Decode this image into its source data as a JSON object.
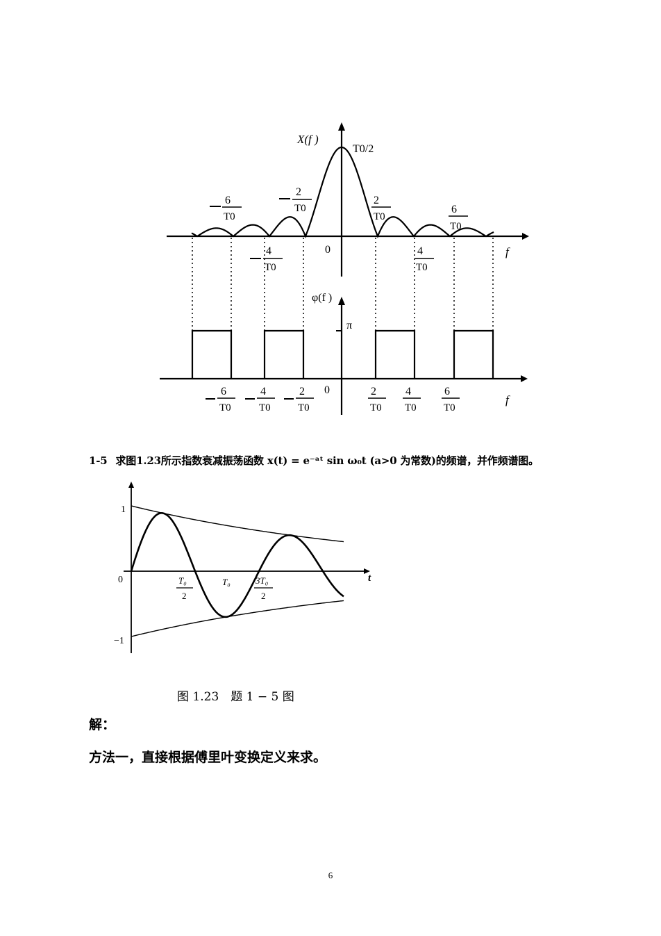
{
  "spectrum_figure": {
    "amp_axis_label": "X(f )",
    "peak_label": "T0/2",
    "phase_axis_label": "φ(f )",
    "pi_label": "π",
    "freq_label": "f",
    "origin_label": "0",
    "numerators": {
      "two": "2",
      "four": "4",
      "six": "6"
    },
    "denominator": "T0",
    "minus": "−"
  },
  "problem": {
    "number": "1-5",
    "text": "求图1.23所示指数衰减振荡函数 x(t) = e⁻ᵃᵗ sin ω₀t (a>0 为常数)的频谱，并作频谱图。"
  },
  "decay_figure": {
    "y_pos_label": "1",
    "y_neg_label": "−1",
    "origin_label": "0",
    "t_label": "t",
    "half_period_num": "T₀",
    "half_period_den": "2",
    "period_label": "T₀",
    "three_half_num": "3T₀",
    "three_half_den": "2"
  },
  "caption": "图 1.23　题 1 − 5 图",
  "solution_heading": "解：",
  "method_one": "方法一，直接根据傅里叶变换定义来求。",
  "page_number": "6"
}
